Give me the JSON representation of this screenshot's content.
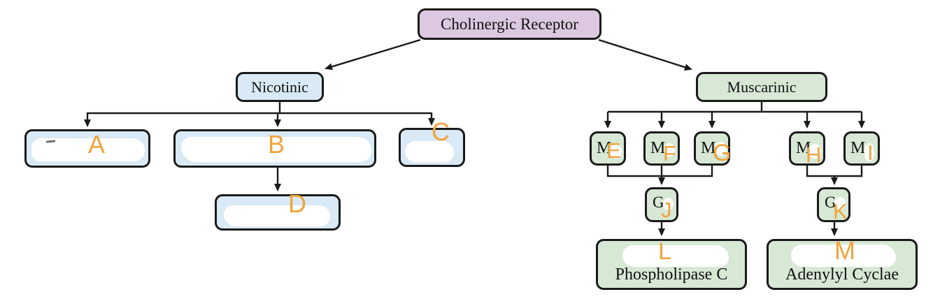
{
  "nodes": {
    "root": "Cholinergic Receptor",
    "nicotinic": "Nicotinic",
    "muscarinic": "Muscarinic",
    "m_receptor_prefix": "M",
    "g_protein_prefix": "G",
    "phospholipase": "Phospholipase C",
    "adenylyl": "Adenylyl Cyclae"
  },
  "annotations": {
    "a": "A",
    "b": "B",
    "c": "C",
    "d": "D",
    "e": "E",
    "f": "F",
    "g": "G",
    "h": "H",
    "i": "I",
    "j": "J",
    "k": "K",
    "l": "L",
    "m": "M"
  },
  "colors": {
    "root_fill": "#dcc8e0",
    "nicotinic_fill": "#d9eaf6",
    "muscarinic_fill": "#d7e8d5",
    "line": "#1a1a1a",
    "annotation": "#f0a33c",
    "blank_fill": "#ffffff"
  }
}
